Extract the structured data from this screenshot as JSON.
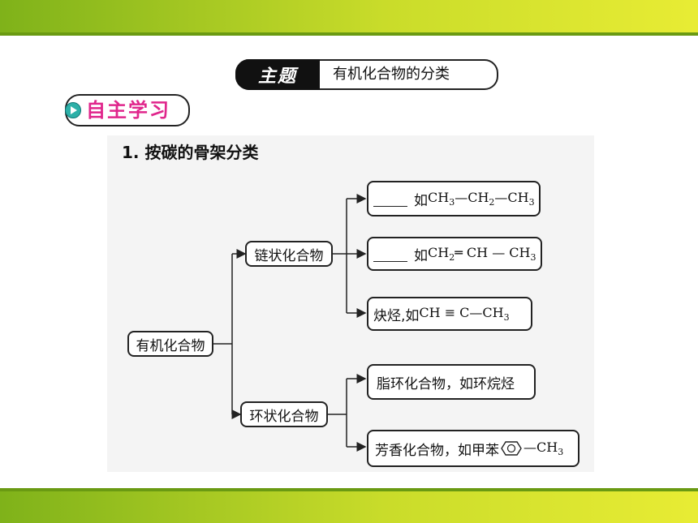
{
  "header": {
    "topic_label": "主题",
    "topic_title": "有机化合物的分类"
  },
  "section": {
    "label": "自主学习"
  },
  "diagram": {
    "heading": "1. 按碳的骨架分类",
    "root": "有机化合物",
    "chain": "链状化合物",
    "ring": "环状化合物",
    "ru": "如",
    "alkane": {
      "formula": [
        "CH",
        "3",
        "—CH",
        "2",
        "—CH",
        "3"
      ]
    },
    "alkene": {
      "formula": [
        "CH",
        "2",
        "═ CH — CH",
        "3"
      ]
    },
    "alkyne": {
      "label": "炔烃,如",
      "formula": [
        "CH ≡ C—CH",
        "3"
      ]
    },
    "alicyclic": "脂环化合物，如环烷烃",
    "aromatic": {
      "label": "芳香化合物，如甲苯",
      "formula": [
        "—CH",
        "3"
      ]
    }
  }
}
